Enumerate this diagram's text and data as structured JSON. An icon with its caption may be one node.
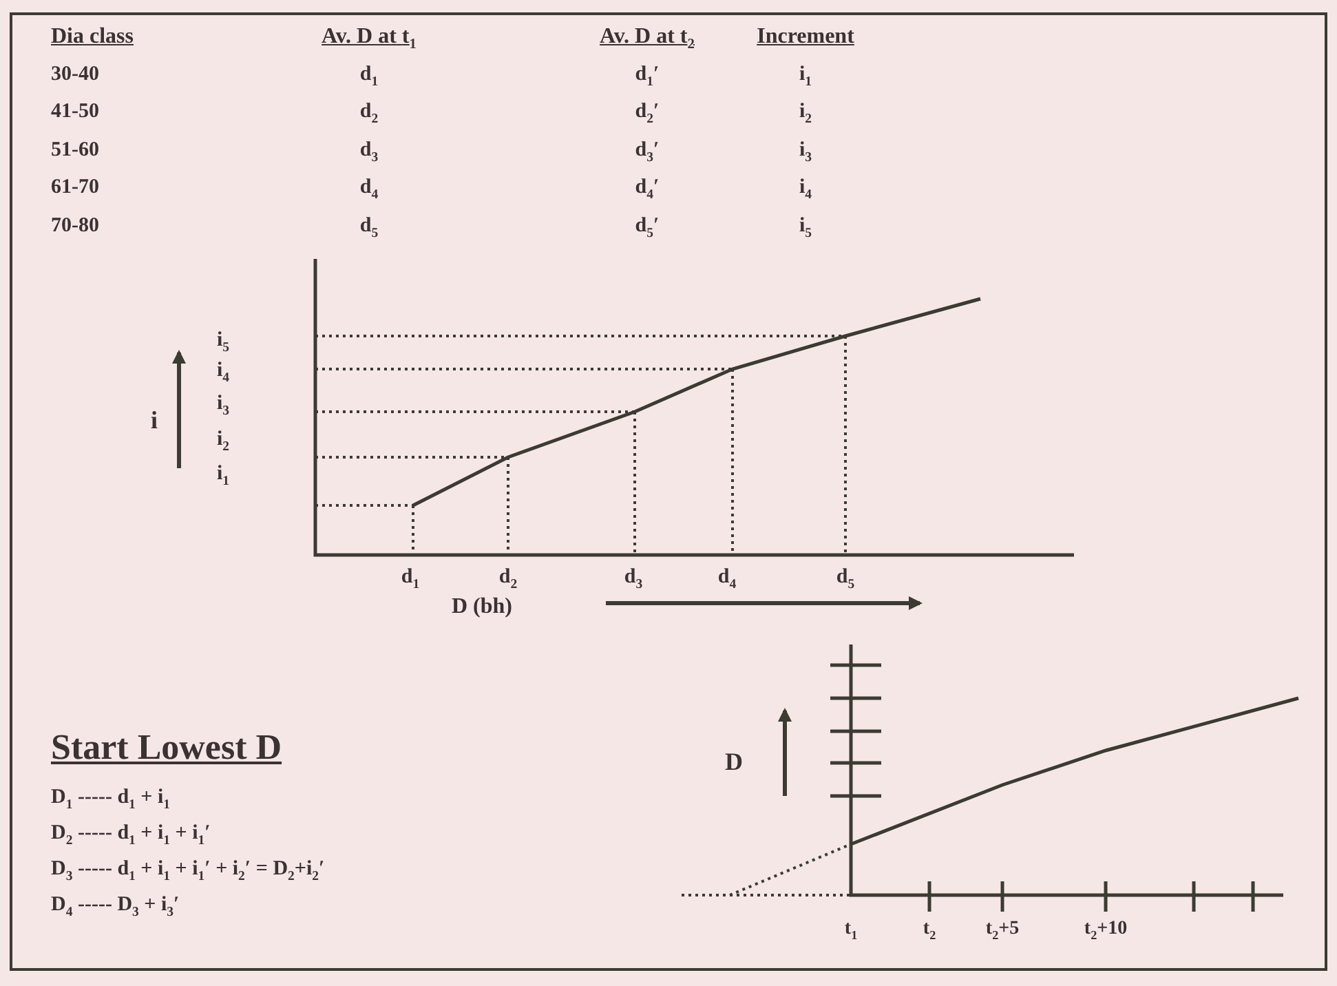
{
  "diagram": {
    "labels": [
      "Dia class",
      "Av. D at t$_{1}$",
      "Av. D at t$_{2}$",
      "Increment",
      "30-40",
      "d$_{1}$",
      "d$_{1}$′",
      "i$_{1}$",
      "41-50",
      "d$_{2}$",
      "d$_{2}$′",
      "i$_{2}$",
      "51-60",
      "d$_{3}$",
      "d$_{3}$′",
      "i$_{3}$",
      "61-70",
      "d$_{4}$",
      "d$_{4}$′",
      "i$_{4}$",
      "70-80",
      "d$_{5}$",
      "d$_{5}$′",
      "i$_{5}$",
      "i$_{5}$",
      "i$_{4}$",
      "i$_{3}$",
      "i$_{2}$",
      "i$_{1}$",
      "i",
      "d$_{1}$",
      "d$_{2}$",
      "d$_{3}$",
      "d$_{4}$",
      "d$_{5}$",
      "D (bh)",
      "Start Lowest D",
      "D$_{1}$ ----- d$_{1}$ + i$_{1}$",
      "D$_{2}$ ----- d$_{1}$ + i$_{1}$ + i$_{1}$′",
      "D$_{3}$ ----- d$_{1}$ + i$_{1}$ + i$_{1}$′ + i$_{2}$′ = D$_{2}$+i$_{2}$′",
      "D$_{4}$ ----- D$_{3}$ + i$_{3}$′",
      "D",
      "t$_{1}$",
      "t$_{2}$",
      "t$_{2}$+5",
      "t$_{2}$+10"
    ]
  }
}
